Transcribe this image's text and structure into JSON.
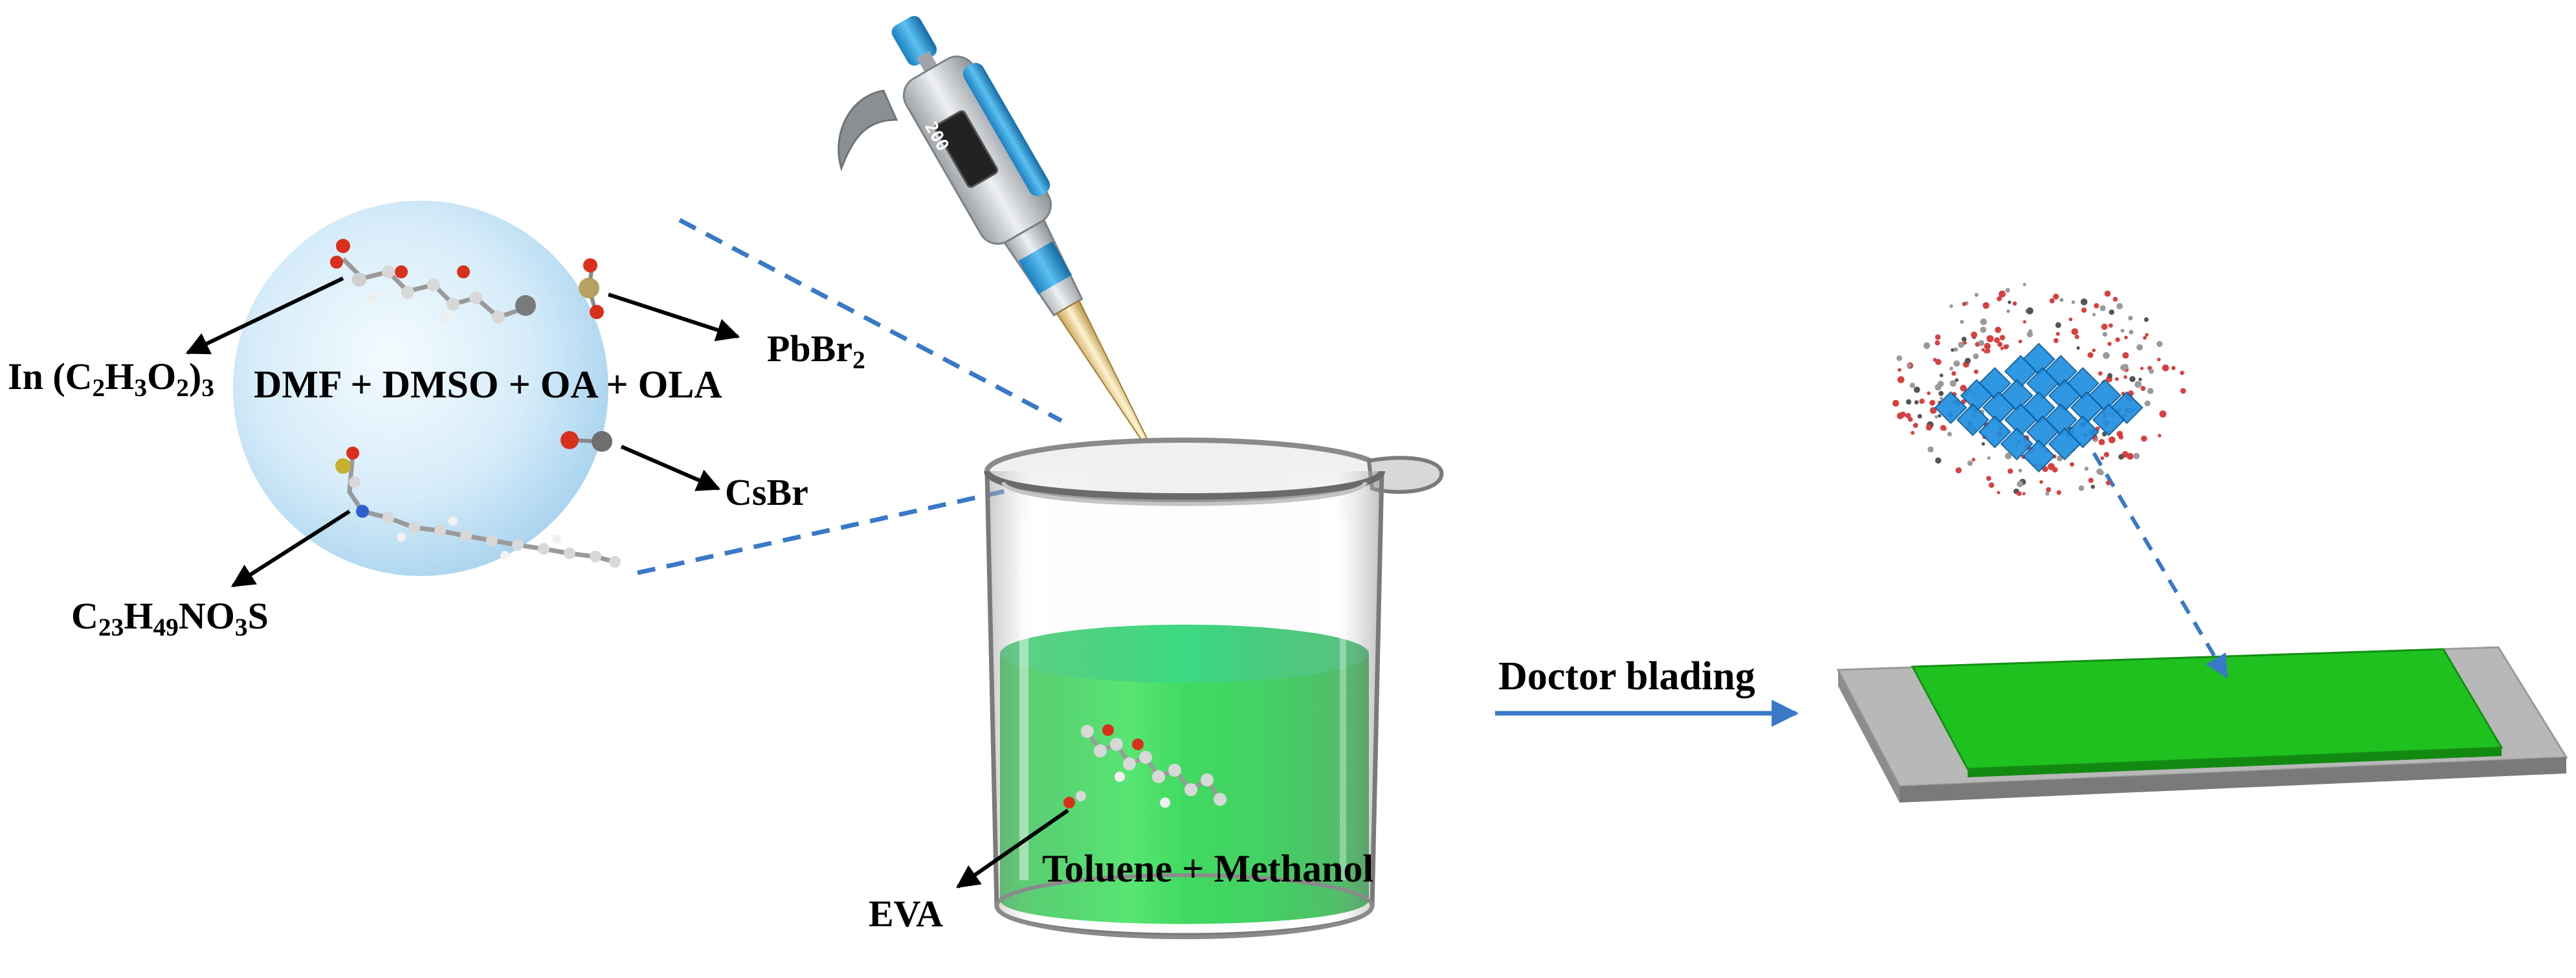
{
  "labels": {
    "indium_acetate": {
      "main": "In (C",
      "s1": "2",
      "m2": "H",
      "s2": "3",
      "m3": "O",
      "s3": "2",
      "m4": ")",
      "s4": "3"
    },
    "solvent_mix": "DMF + DMSO + OA + OLA",
    "lead_bromide": {
      "main": "PbBr",
      "sub": "2"
    },
    "cesium_bromide": "CsBr",
    "zwitterion": {
      "m1": "C",
      "s1": "23",
      "m2": "H",
      "s2": "49",
      "m3": "NO",
      "s3": "3",
      "m4": "S"
    },
    "polymer": "EVA",
    "antisolvent": "Toluene + Methanol",
    "process": "Doctor blading"
  },
  "pipette": {
    "display": "200"
  },
  "colors": {
    "solution_green": "#22d04a",
    "film_green": "#1fc11f",
    "substrate_grey": "#b4b4b4",
    "guide_blue": "#3a78c8",
    "inset_blue": "#cfe7f6",
    "perovskite_blue": "#1f8fe0"
  }
}
